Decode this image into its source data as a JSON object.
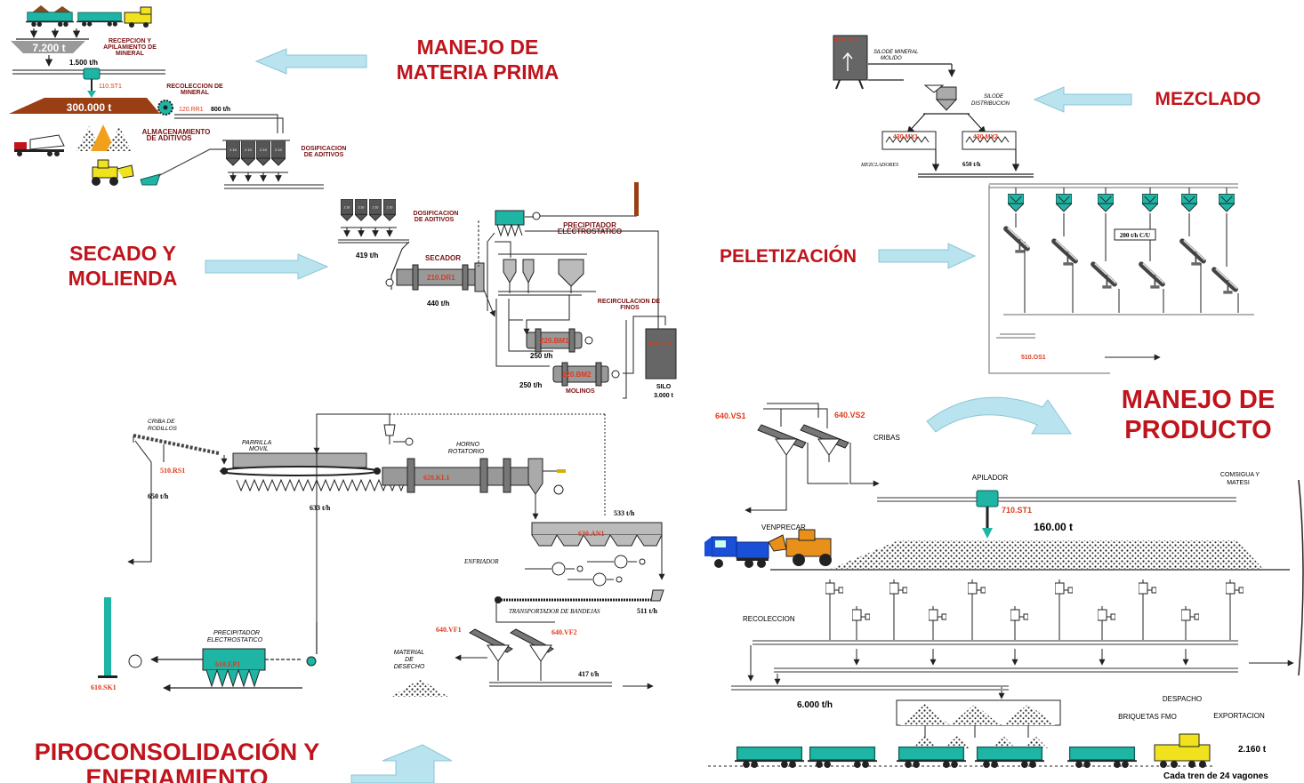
{
  "colors": {
    "title_red": "#c0141c",
    "label_red": "#e03a1e",
    "teal": "#1fb5a5",
    "teal_dark": "#0e7a70",
    "arrow_blue": "#b9e3ee",
    "pile_brown": "#9a3f14",
    "gray": "#9a9a9a",
    "dark": "#222222",
    "truck_blue": "#1a4fd8",
    "loader_orange": "#e8901a",
    "loco_yellow": "#f0e21c"
  },
  "sections": {
    "materia_prima": [
      "MANEJO DE",
      "MATERIA PRIMA"
    ],
    "mezclado": "MEZCLADO",
    "secado": [
      "SECADO Y",
      "MOLIENDA"
    ],
    "peletizacion": "PELETIZACIÓN",
    "producto": [
      "MANEJO DE",
      "PRODUCTO"
    ],
    "piro": [
      "PIROCONSOLIDACIÓN Y",
      "ENFRIAMIENTO"
    ]
  },
  "raw": {
    "t7200": "7.200 t",
    "recepcion": [
      "RECEPCION Y",
      "APILAMIENTO DE",
      "MINERAL"
    ],
    "t1500": "1.500 t/h",
    "st110": "110.ST1",
    "recoleccion": [
      "RECOLECCION DE",
      "MINERAL"
    ],
    "t300000": "300.000 t",
    "rr120": "120.RR1",
    "t800": "800 t/h",
    "almacen": [
      "ALMACENAMIENTO",
      "DE ADITIVOS"
    ],
    "dosif": [
      "DOSIFICACION",
      "DE ADITIVOS"
    ]
  },
  "mix": {
    "sl": "410.SL1",
    "silo_mineral": [
      "SILODE MINERAL",
      "MOLIDO"
    ],
    "silo_dist": [
      "SILODE",
      "DISTRIBUCION"
    ],
    "mx1": "430.MX1",
    "mx2": "430.MX2",
    "mezcladores": "MEZCLADORES",
    "t650": "650 t/h"
  },
  "dry": {
    "dosif": [
      "DOSIFICACION",
      "DE ADITIVOS"
    ],
    "t419": "419 t/h",
    "secador": "SECADOR",
    "dr": "210.DR1",
    "t440": "440 t/h",
    "precip": [
      "PRECIPITADOR",
      "ELECTROSTATICO"
    ],
    "recirc": [
      "RECIRCULACION DE",
      "FINOS"
    ],
    "bm1": "220.BM1",
    "t250a": "250 t/h",
    "bm2": "220.BM2",
    "t250b": "250 t/h",
    "molinos": "MOLINOS",
    "sl": "410.SL1",
    "silo": [
      "SILO",
      "3.000 t"
    ]
  },
  "pel": {
    "t200": "200 t/h C/U",
    "os": "510.OS1"
  },
  "piro": {
    "criba": [
      "CRIBA DE",
      "RODILLOS"
    ],
    "rs": "510.RS1",
    "t650": "650 t/h",
    "parrilla": [
      "PARRILLA",
      "MOVIL"
    ],
    "t633": "633 t/h",
    "horno": [
      "HORNO",
      "ROTATORIO"
    ],
    "kl": "620.KL1",
    "t533": "533 t/h",
    "an": "630.AN1",
    "enfriador": "ENFRIADOR",
    "transportador": "TRANSPORTADOR DE BANDEJAS",
    "t511": "511 t/h",
    "vf1": "640.VF1",
    "vf2": "640.VF2",
    "material": [
      "MATERIAL",
      "DE",
      "DESECHO"
    ],
    "t417": "417 t/h",
    "precip": [
      "PRECIPITADOR",
      "ELECTROSTATICO"
    ],
    "ep": "610.EP1",
    "sk": "610.SK1"
  },
  "prod": {
    "vs1": "640.VS1",
    "vs2": "640.VS2",
    "cribas": "CRIBAS",
    "apilador": "APILADOR",
    "comsigua": [
      "COMSIGUA Y",
      "MATESI"
    ],
    "st": "710.ST1",
    "t160": "160.00 t",
    "venprecar": "VENPRECAR",
    "recoleccion": "RECOLECCION",
    "despacho": "DESPACHO",
    "t6000": "6.000 t/h",
    "briquetas": "BRIQUETAS FMO",
    "exportacion": "EXPORTACION",
    "t2160": "2.160 t",
    "tren": "Cada tren de 24 vagones"
  },
  "icons": [
    "train-icon",
    "dump-truck-icon",
    "front-loader-icon",
    "stacker-icon",
    "reclaimer-wheel-icon",
    "stack-icon",
    "silo-icon",
    "mixer-icon",
    "rotary-dryer-icon",
    "ball-mill-icon",
    "electrostatic-precipitator-icon",
    "pelletizing-disc-icon",
    "rotary-kiln-icon",
    "cooler-icon",
    "screen-icon",
    "semi-truck-icon",
    "locomotive-icon"
  ]
}
